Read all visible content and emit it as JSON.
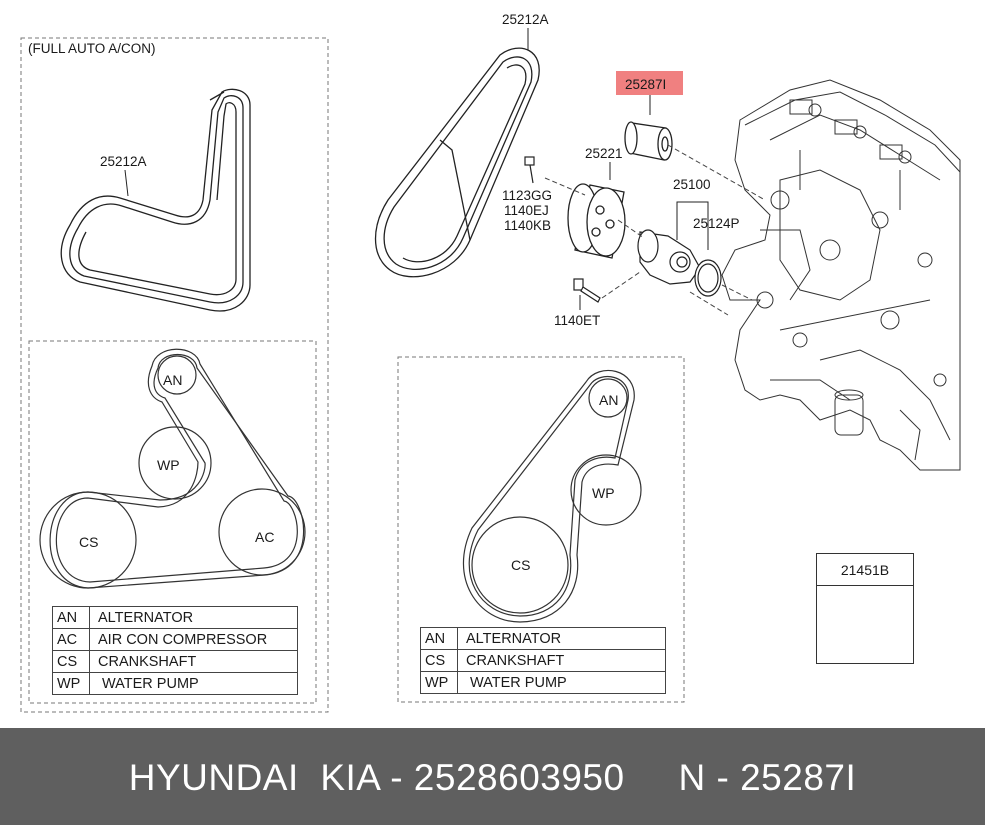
{
  "left_panel": {
    "title": "(FULL AUTO A/CON)",
    "belt_label": "25212A",
    "pulleys": {
      "an": "AN",
      "wp": "WP",
      "cs": "CS",
      "ac": "AC"
    },
    "legend": [
      {
        "code": "AN",
        "name": "ALTERNATOR"
      },
      {
        "code": "AC",
        "name": "AIR CON COMPRESSOR"
      },
      {
        "code": "CS",
        "name": "CRANKSHAFT"
      },
      {
        "code": "WP",
        "name": " WATER PUMP"
      }
    ]
  },
  "middle_panel": {
    "pulleys": {
      "an": "AN",
      "wp": "WP",
      "cs": "CS"
    },
    "legend": [
      {
        "code": "AN",
        "name": "ALTERNATOR"
      },
      {
        "code": "CS",
        "name": "CRANKSHAFT"
      },
      {
        "code": "WP",
        "name": " WATER PUMP"
      }
    ]
  },
  "parts": {
    "belt_top": "25212A",
    "highlighted": "25287I",
    "pulley": "25221",
    "bolt_1": "1123GG",
    "bolt_2": "1140EJ",
    "bolt_3": "1140KB",
    "pump_assembly": "25100",
    "gasket": "25124P",
    "bolt_lower": "1140ET",
    "sealant_box": "21451B"
  },
  "colors": {
    "highlight": "#f08080",
    "footer_bg": "#5f5f5f",
    "footer_text": "#ffffff"
  },
  "footer": {
    "text": "HYUNDAI  KIA - 2528603950     N - 25287I"
  }
}
